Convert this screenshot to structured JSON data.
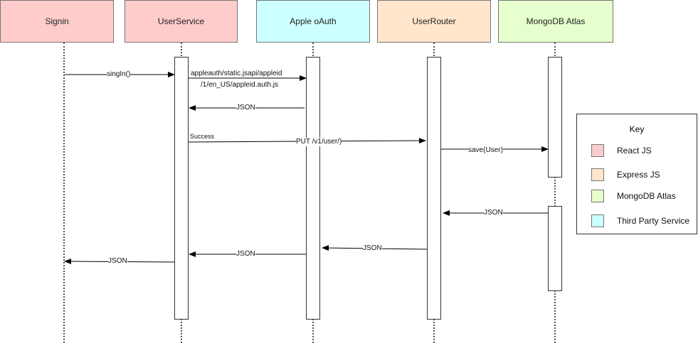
{
  "participants": [
    {
      "name": "Signin",
      "color": "#ffcccc"
    },
    {
      "name": "UserService",
      "color": "#ffcccc"
    },
    {
      "name": "Apple oAuth",
      "color": "#ccffff"
    },
    {
      "name": "UserRouter",
      "color": "#ffe6cc"
    },
    {
      "name": "MongoDB Atlas",
      "color": "#e6ffcc"
    }
  ],
  "messages": [
    {
      "label": "singIn()"
    },
    {
      "label_line1": "appleauth/static.jsapi/appleid",
      "label_line2": "/1/en_US/appleid.auth.js"
    },
    {
      "label": "JSON"
    },
    {
      "label": "Success"
    },
    {
      "label": "PUT /v1/user/)"
    },
    {
      "label": "save(User)"
    },
    {
      "label": "JSON"
    },
    {
      "label": "JSON"
    },
    {
      "label": "JSON"
    },
    {
      "label": "JSON"
    }
  ],
  "key": {
    "title": "Key",
    "items": [
      {
        "label": "React JS",
        "color": "#f8cecc"
      },
      {
        "label": "Express JS",
        "color": "#ffe6cc"
      },
      {
        "label": "MongoDB Atlas",
        "color": "#e6ffcc"
      },
      {
        "label": "Third Party Service",
        "color": "#ccffff"
      }
    ]
  }
}
